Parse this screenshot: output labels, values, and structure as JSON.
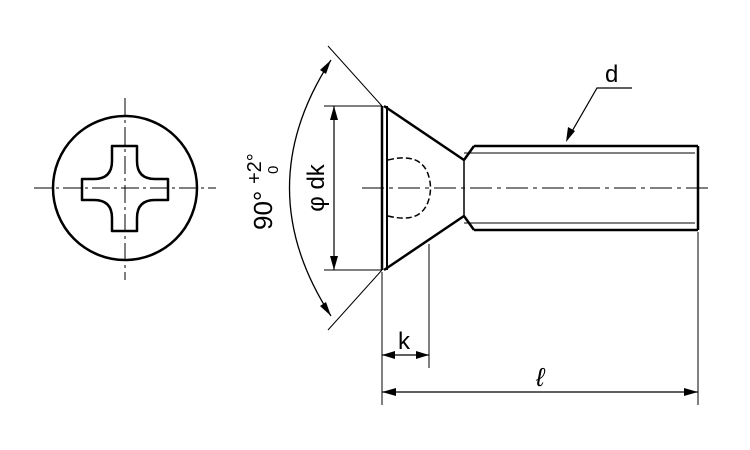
{
  "drawing": {
    "type": "technical drawing",
    "subject": "cross recessed countersunk head screw",
    "labels": {
      "thread_diameter": "d",
      "head_diameter": "φ dk",
      "head_height": "k",
      "length": "ℓ",
      "angle_value": "90°",
      "tolerance_upper": "+2°",
      "tolerance_lower": "0"
    },
    "colors": {
      "line": "#000000",
      "background": "#ffffff"
    }
  }
}
